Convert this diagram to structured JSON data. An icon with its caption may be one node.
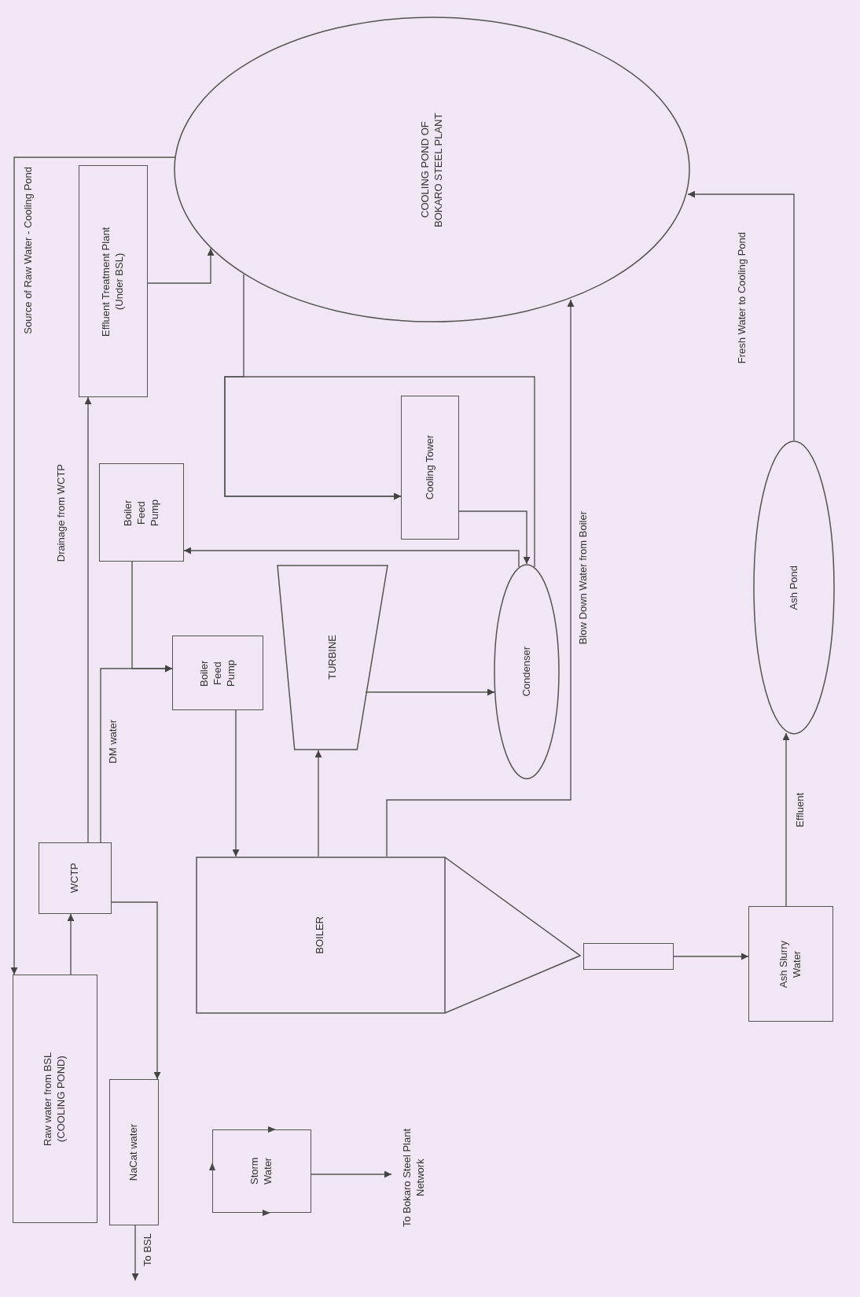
{
  "diagram": {
    "nodes": [
      {
        "text": [
          "COOLING POND OF BOKARO STEEL PLANT"
        ]
      },
      {
        "text": [
          "Effluent Treatment Plant (Under BSL)"
        ]
      },
      {
        "text": [
          "Raw water from BSL (COOLING POND)"
        ]
      },
      {
        "text": [
          "WCTP"
        ]
      },
      {
        "text": [
          "NaCat water"
        ]
      },
      {
        "text": [
          "Storm Water"
        ]
      },
      {
        "text": [
          "Boiler Feed Pump"
        ]
      },
      {
        "text": [
          "Boiler Feed Pump"
        ]
      },
      {
        "text": [
          "TURBINE"
        ]
      },
      {
        "text": [
          "Cooling Tower"
        ]
      },
      {
        "text": [
          "Condenser"
        ]
      },
      {
        "text": [
          "BOILER"
        ]
      },
      {
        "text": [],
        "shape": "box"
      },
      {
        "text": [
          "Ash Slurry Water"
        ]
      },
      {
        "text": [
          "Ash Pond"
        ]
      },
      {
        "text": [
          "To Bokaro Steel Plant Network"
        ]
      }
    ],
    "edges": [
      {
        "from": 0,
        "to": 2,
        "arrow": "to",
        "label": "Source of Raw Water - Cooling Pond"
      },
      {
        "from": 2,
        "to": 3,
        "arrow": "to"
      },
      {
        "from": 3,
        "to": 1,
        "arrow": "to",
        "label": "Drainage from WCTP"
      },
      {
        "from": 3,
        "to": 7,
        "arrow": "to",
        "label": "DM water"
      },
      {
        "from": 6,
        "to": 7,
        "arrow": "to"
      },
      {
        "from": 1,
        "to": 0,
        "arrow": "to"
      },
      {
        "from": 3,
        "to": 4,
        "arrow": "to"
      },
      {
        "from": 4,
        "to": null,
        "arrow": "to",
        "label": "To BSL"
      },
      {
        "from": 5,
        "to": 15,
        "arrow": "to"
      },
      {
        "from": 7,
        "to": 11,
        "arrow": "to"
      },
      {
        "from": 11,
        "to": 8,
        "arrow": "to"
      },
      {
        "from": 8,
        "to": 10,
        "arrow": "to"
      },
      {
        "from": 10,
        "to": 6,
        "arrow": "to"
      },
      {
        "from": 0,
        "to": 9,
        "arrow": "to"
      },
      {
        "from": 10,
        "to": 9,
        "arrow": "to"
      },
      {
        "from": 9,
        "to": 10,
        "arrow": "to"
      },
      {
        "from": 11,
        "to": 0,
        "arrow": "to",
        "label": "Blow Down Water from Boiler"
      },
      {
        "from": 12,
        "to": 13,
        "arrow": "to"
      },
      {
        "from": 13,
        "to": 14,
        "arrow": "to",
        "label": "Effluent"
      },
      {
        "from": 14,
        "to": 0,
        "arrow": "to",
        "label": "Fresh Water to Cooling Pond"
      }
    ]
  }
}
